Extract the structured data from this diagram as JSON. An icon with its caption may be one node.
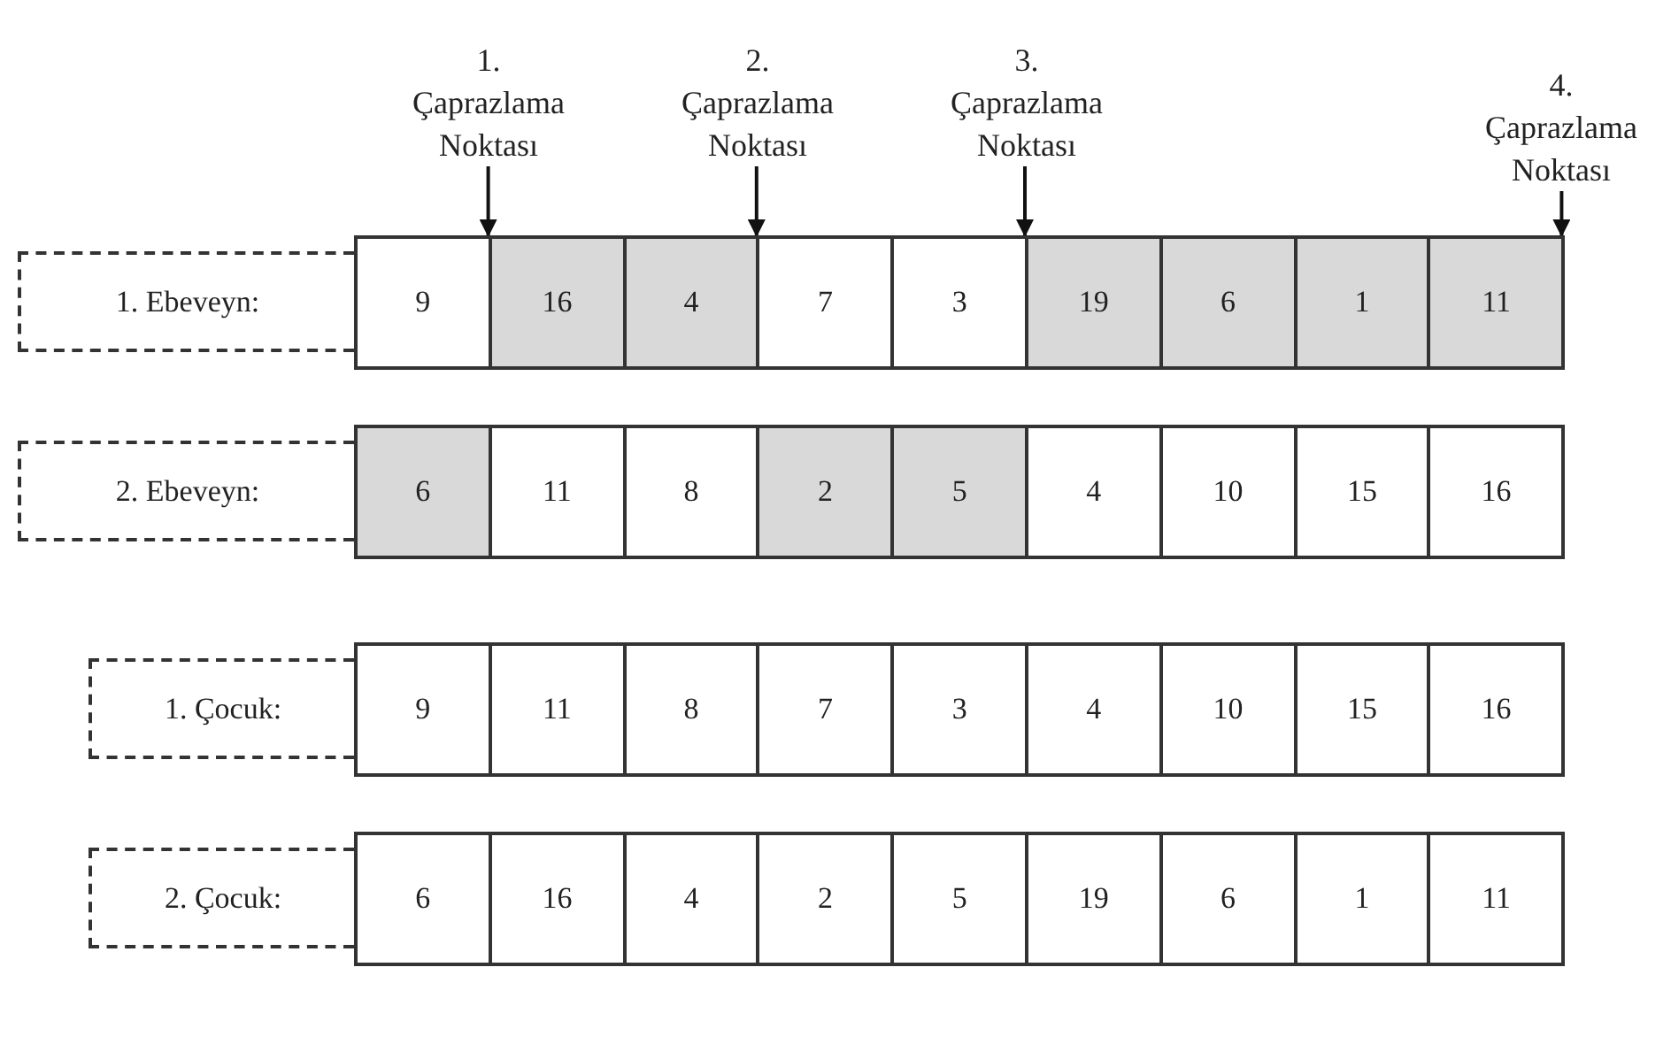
{
  "diagram": {
    "nodes": [
      {
        "text": [
          "1. Çaprazlama Noktası"
        ]
      },
      {
        "text": [
          "2. Çaprazlama Noktası"
        ]
      },
      {
        "text": [
          "3. Çaprazlama Noktası"
        ]
      },
      {
        "text": [
          "4. Çaprazlama Noktası"
        ]
      },
      {
        "text": [
          "1. Ebeveyn:"
        ]
      },
      {
        "text": [
          "9"
        ]
      },
      {
        "text": [
          "16"
        ]
      },
      {
        "text": [
          "4"
        ]
      },
      {
        "text": [
          "7"
        ]
      },
      {
        "text": [
          "3"
        ]
      },
      {
        "text": [
          "19"
        ]
      },
      {
        "text": [
          "6"
        ]
      },
      {
        "text": [
          "1"
        ]
      },
      {
        "text": [
          "11"
        ]
      },
      {
        "text": [
          "2. Ebeveyn:"
        ]
      },
      {
        "text": [
          "6"
        ]
      },
      {
        "text": [
          "11"
        ]
      },
      {
        "text": [
          "8"
        ]
      },
      {
        "text": [
          "2"
        ]
      },
      {
        "text": [
          "5"
        ]
      },
      {
        "text": [
          "4"
        ]
      },
      {
        "text": [
          "10"
        ]
      },
      {
        "text": [
          "15"
        ]
      },
      {
        "text": [
          "16"
        ]
      },
      {
        "text": [
          "1. Çocuk:"
        ]
      },
      {
        "text": [
          "9"
        ]
      },
      {
        "text": [
          "11"
        ]
      },
      {
        "text": [
          "8"
        ]
      },
      {
        "text": [
          "7"
        ]
      },
      {
        "text": [
          "3"
        ]
      },
      {
        "text": [
          "4"
        ]
      },
      {
        "text": [
          "10"
        ]
      },
      {
        "text": [
          "15"
        ]
      },
      {
        "text": [
          "16"
        ]
      },
      {
        "text": [
          "2. Çocuk:"
        ]
      },
      {
        "text": [
          "6"
        ]
      },
      {
        "text": [
          "16"
        ]
      },
      {
        "text": [
          "4"
        ]
      },
      {
        "text": [
          "2"
        ]
      },
      {
        "text": [
          "5"
        ]
      },
      {
        "text": [
          "19"
        ]
      },
      {
        "text": [
          "6"
        ]
      },
      {
        "text": [
          "1"
        ]
      },
      {
        "text": [
          "11"
        ]
      }
    ],
    "edges": [
      {
        "from": 0,
        "to": 5,
        "arrow": "to"
      },
      {
        "from": 1,
        "to": 7,
        "arrow": "to"
      },
      {
        "from": 2,
        "to": 10,
        "arrow": "to"
      },
      {
        "from": 3,
        "to": 13,
        "arrow": "to"
      }
    ]
  }
}
